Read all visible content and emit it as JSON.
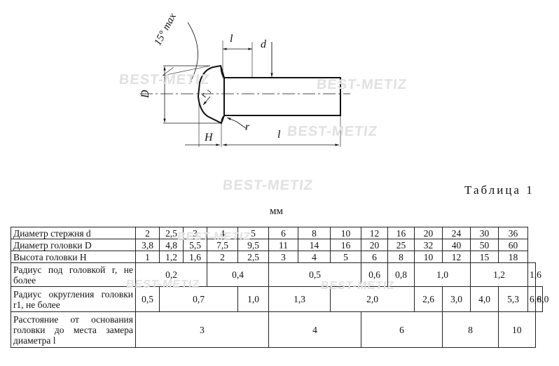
{
  "drawing": {
    "labels": {
      "angle": "15° max",
      "shank_length_l": "l",
      "shank_diameter_d": "d",
      "head_diameter_D": "D",
      "head_height_H": "H",
      "radius_r": "r",
      "radius_r1": "r",
      "radius_r1_sub": "1",
      "length_l": "l"
    },
    "watermark": "BEST-METIZ"
  },
  "caption": "Таблица 1",
  "units": "мм",
  "table": {
    "rows": [
      {
        "label": "Диаметр стержня d",
        "cells": [
          {
            "v": "2"
          },
          {
            "v": "2,5"
          },
          {
            "v": "3"
          },
          {
            "v": "4"
          },
          {
            "v": "5"
          },
          {
            "v": "6"
          },
          {
            "v": "8"
          },
          {
            "v": "10"
          },
          {
            "v": "12"
          },
          {
            "v": "16"
          },
          {
            "v": "20"
          },
          {
            "v": "24"
          },
          {
            "v": "30"
          },
          {
            "v": "36"
          }
        ]
      },
      {
        "label": "Диаметр головки D",
        "cells": [
          {
            "v": "3,8"
          },
          {
            "v": "4,8"
          },
          {
            "v": "5,5"
          },
          {
            "v": "7,5"
          },
          {
            "v": "9,5"
          },
          {
            "v": "11"
          },
          {
            "v": "14"
          },
          {
            "v": "16"
          },
          {
            "v": "20"
          },
          {
            "v": "25"
          },
          {
            "v": "32"
          },
          {
            "v": "40"
          },
          {
            "v": "50"
          },
          {
            "v": "60"
          }
        ]
      },
      {
        "label": "Высота головки H",
        "cells": [
          {
            "v": "1"
          },
          {
            "v": "1,2"
          },
          {
            "v": "1,6"
          },
          {
            "v": "2"
          },
          {
            "v": "2,5"
          },
          {
            "v": "3"
          },
          {
            "v": "4"
          },
          {
            "v": "5"
          },
          {
            "v": "6"
          },
          {
            "v": "8"
          },
          {
            "v": "10"
          },
          {
            "v": "12"
          },
          {
            "v": "15"
          },
          {
            "v": "18"
          }
        ]
      },
      {
        "label": "Радиус под головкой r, не более",
        "cells": [
          {
            "v": "0,2",
            "span": 3
          },
          {
            "v": "0,4",
            "span": 2
          },
          {
            "v": "0,5",
            "span": 3
          },
          {
            "v": "0,6"
          },
          {
            "v": "0,8"
          },
          {
            "v": "1,0",
            "span": 2
          },
          {
            "v": "1,2",
            "span": 2
          },
          {
            "v": "1,6"
          }
        ]
      },
      {
        "label": "Радиус округления головки r1, не более",
        "cells": [
          {
            "v": "0,5"
          },
          {
            "v": "0,7",
            "span": 3
          },
          {
            "v": "1,0"
          },
          {
            "v": "1,3",
            "span": 2
          },
          {
            "v": "2,0",
            "span": 3
          },
          {
            "v": "2,6"
          },
          {
            "v": "3,0"
          },
          {
            "v": "4,0"
          },
          {
            "v": "5,3"
          },
          {
            "v": "6,6"
          },
          {
            "v": "8,0"
          }
        ]
      },
      {
        "label": "Расстояние от основания головки до места замера диаметра l",
        "cells": [
          {
            "v": "3",
            "span": 5
          },
          {
            "v": "4",
            "span": 3
          },
          {
            "v": "6",
            "span": 3
          },
          {
            "v": "8",
            "span": 2
          },
          {
            "v": "10",
            "span": 2
          }
        ]
      }
    ]
  }
}
